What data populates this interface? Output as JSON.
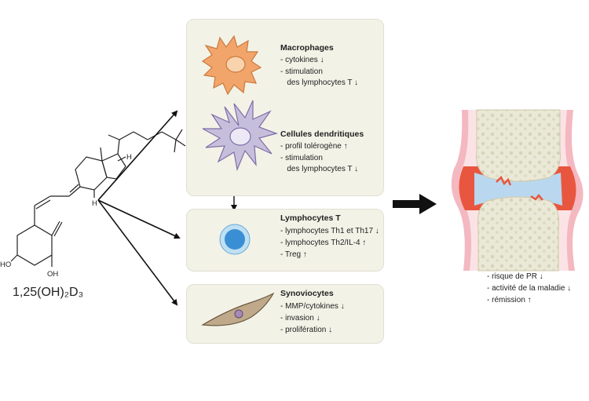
{
  "molecule": {
    "caption": "1,25(OH)₂D₃",
    "atom_labels": {
      "oh_side": "OH",
      "h_top": "H",
      "h_bottom": "H",
      "ho_left": "HO",
      "oh_bottom": "OH"
    }
  },
  "panels": {
    "macrophages": {
      "title": "Macrophages",
      "lines": [
        "- cytokines ↓",
        "- stimulation",
        "   des lymphocytes T ↓"
      ]
    },
    "dendritic": {
      "title": "Cellules dendritiques",
      "lines": [
        "- profil tolérogène ↑",
        "- stimulation",
        "   des lymphocytes T ↓"
      ]
    },
    "tcells": {
      "title": "Lymphocytes T",
      "lines": [
        "- lymphocytes Th1 et Th17 ↓",
        "- lymphocytes Th2/IL-4 ↑",
        "- Treg ↑"
      ]
    },
    "synoviocytes": {
      "title": "Synoviocytes",
      "lines": [
        "- MMP/cytokines ↓",
        "- invasion ↓",
        "- prolifération ↓"
      ]
    }
  },
  "outcomes": [
    "- risque de PR ↓",
    "- activité de la maladie ↓",
    "- rémission ↑"
  ],
  "colors": {
    "panel_bg": "#f3f2e7",
    "macrophage": "#f2a56b",
    "dendritic": "#c6bfdc",
    "tcell_outer": "#bfe0f3",
    "tcell_inner": "#3a8fd4",
    "synoviocyte": "#bfa98a",
    "joint_capsule": "#f4b8c0",
    "inflammation": "#e9563f",
    "bone": "#e8e6d4"
  }
}
